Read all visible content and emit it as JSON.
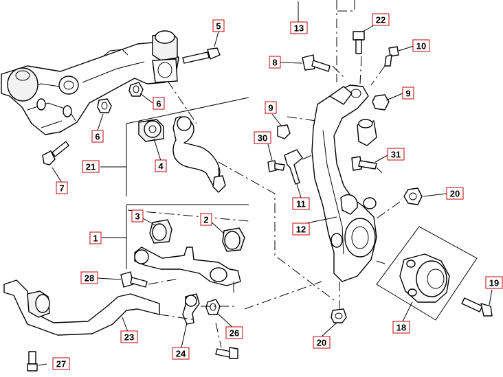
{
  "callouts": {
    "c1": "1",
    "c2": "2",
    "c3": "3",
    "c4": "4",
    "c5": "5",
    "c6a": "6",
    "c6b": "6",
    "c7": "7",
    "c8": "8",
    "c9a": "9",
    "c9b": "9",
    "c10": "10",
    "c11": "11",
    "c12": "12",
    "c13": "13",
    "c18": "18",
    "c19": "19",
    "c20a": "20",
    "c20b": "20",
    "c21": "21",
    "c22": "22",
    "c23": "23",
    "c24": "24",
    "c26": "26",
    "c27": "27",
    "c28": "28",
    "c30": "30",
    "c31": "31"
  },
  "colors": {
    "callout_border": "#c00000",
    "line": "#000000",
    "background": "#ffffff"
  }
}
